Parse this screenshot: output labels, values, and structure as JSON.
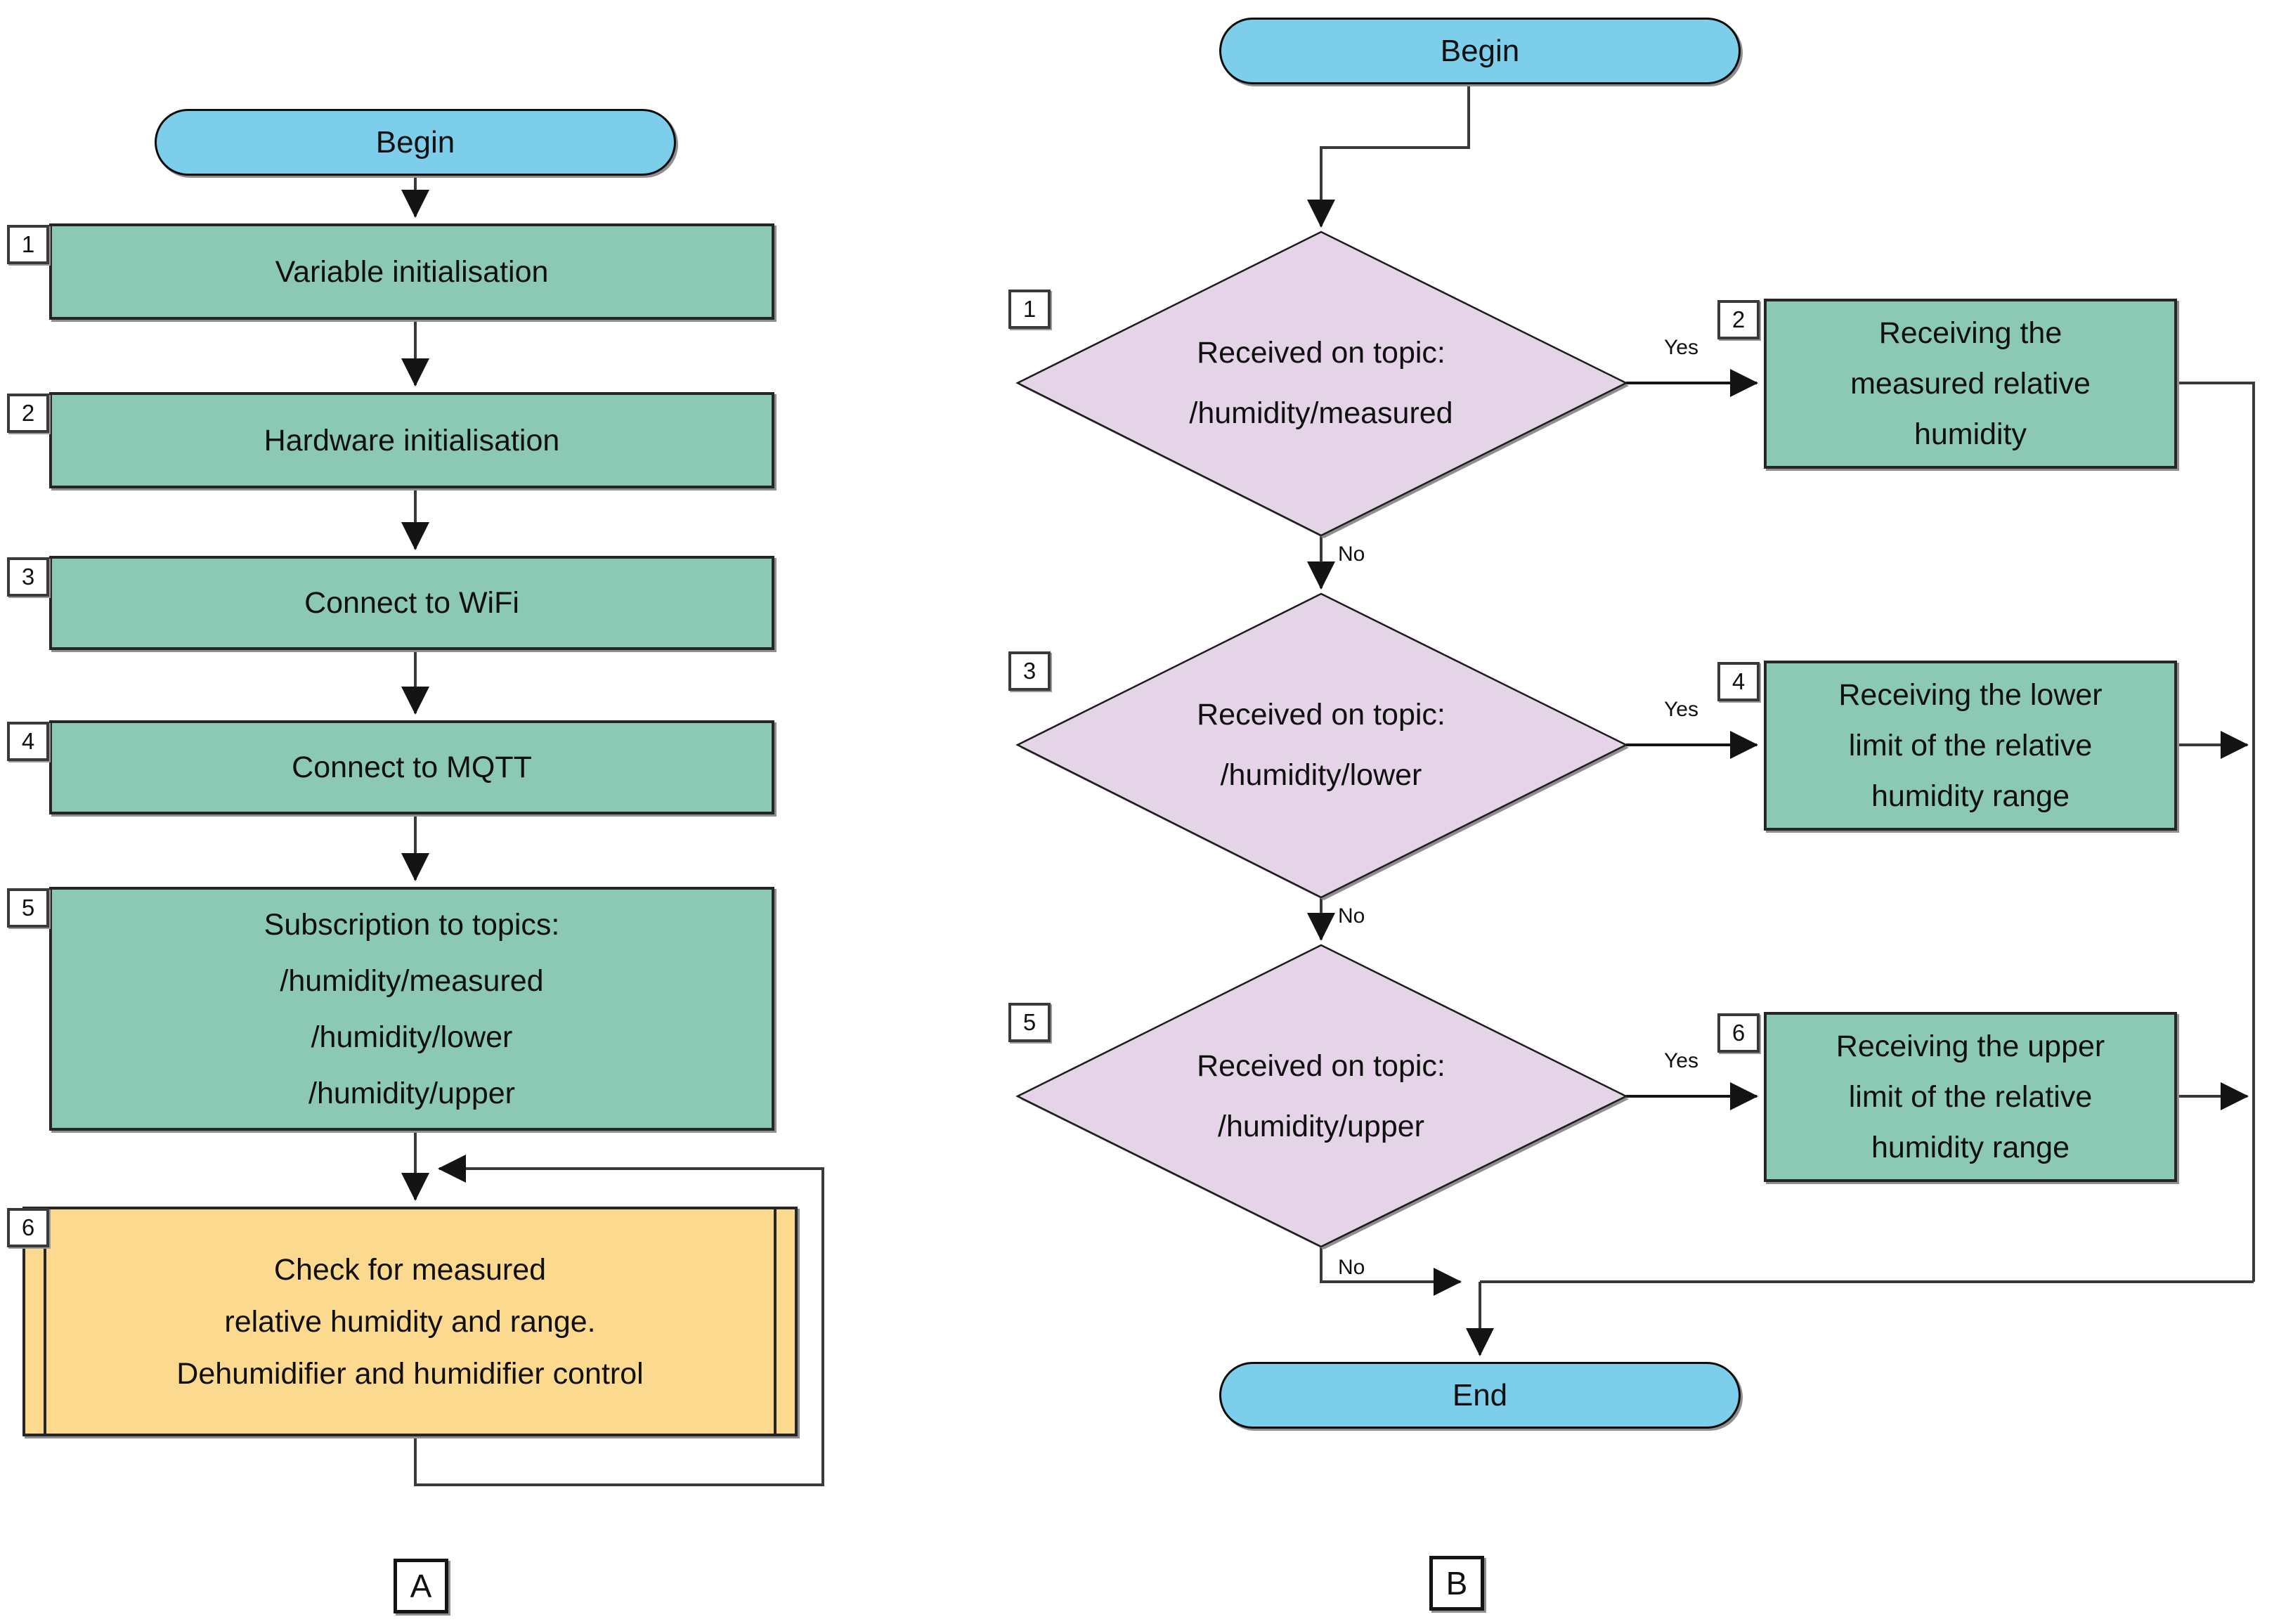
{
  "colors": {
    "terminator_fill": "#7cceea",
    "process_fill": "#8cc9b4",
    "predefined_fill": "#fbd98f",
    "decision_fill": "#e5d3e8",
    "line": "#3a3a3a",
    "border": "#262626"
  },
  "a": {
    "begin": "Begin",
    "steps": [
      {
        "num": "1",
        "lines": [
          "Variable initialisation"
        ]
      },
      {
        "num": "2",
        "lines": [
          "Hardware initialisation"
        ]
      },
      {
        "num": "3",
        "lines": [
          "Connect to WiFi"
        ]
      },
      {
        "num": "4",
        "lines": [
          "Connect to MQTT"
        ]
      },
      {
        "num": "5",
        "lines": [
          "Subscription to topics:",
          "/humidity/measured",
          "/humidity/lower",
          "/humidity/upper"
        ]
      },
      {
        "num": "6",
        "lines": [
          "Check for measured",
          "relative humidity and range.",
          "Dehumidifier and humidifier control"
        ]
      }
    ],
    "label": "A"
  },
  "b": {
    "begin": "Begin",
    "end": "End",
    "decisions": [
      {
        "num": "1",
        "lines": [
          "Received on topic:",
          "/humidity/measured"
        ],
        "yes": "Yes",
        "no": "No"
      },
      {
        "num": "3",
        "lines": [
          "Received on topic:",
          "/humidity/lower"
        ],
        "yes": "Yes",
        "no": "No"
      },
      {
        "num": "5",
        "lines": [
          "Received on topic:",
          "/humidity/upper"
        ],
        "yes": "Yes",
        "no": "No"
      }
    ],
    "actions": [
      {
        "num": "2",
        "lines": [
          "Receiving the",
          "measured relative",
          "humidity"
        ]
      },
      {
        "num": "4",
        "lines": [
          "Receiving the lower",
          "limit of the relative",
          "humidity range"
        ]
      },
      {
        "num": "6",
        "lines": [
          "Receiving the upper",
          "limit of the relative",
          "humidity range"
        ]
      }
    ],
    "label": "B"
  }
}
